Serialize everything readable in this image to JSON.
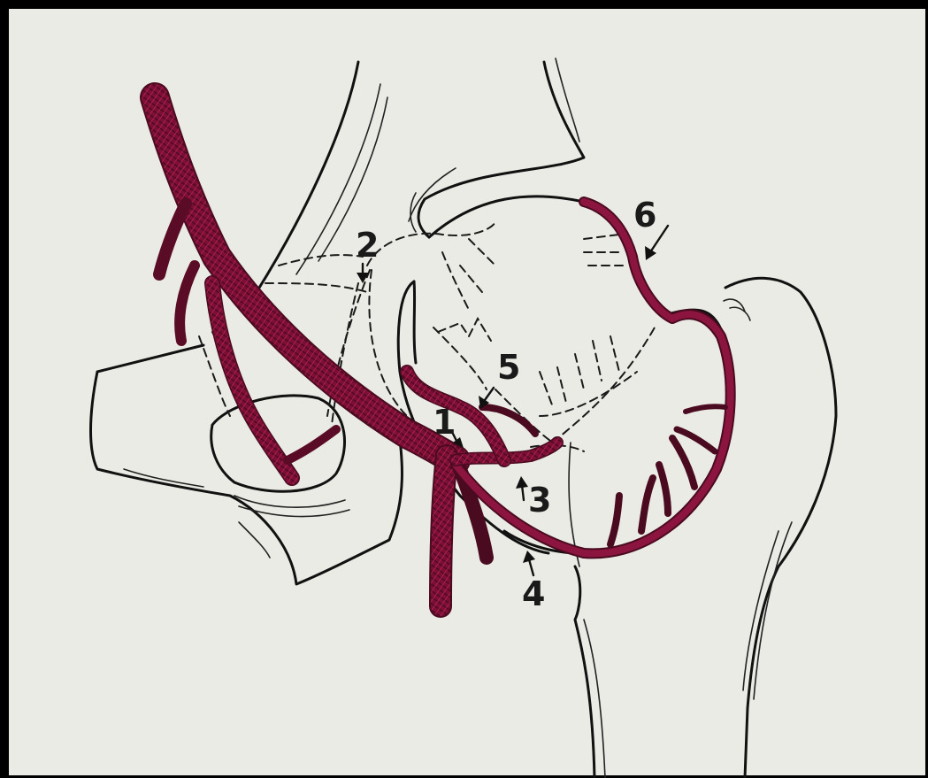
{
  "diagram": {
    "vessel_color": "#7d0f35",
    "vessel_dark": "#4a0a20",
    "vessel_highlight": "#b3245a",
    "paper_color": "#ebebe6",
    "ink_color": "#111111",
    "labels": [
      {
        "id": "label-1",
        "text": "1"
      },
      {
        "id": "label-2",
        "text": "2"
      },
      {
        "id": "label-3",
        "text": "3"
      },
      {
        "id": "label-4",
        "text": "4"
      },
      {
        "id": "label-5",
        "text": "5"
      },
      {
        "id": "label-6",
        "text": "6"
      }
    ]
  }
}
